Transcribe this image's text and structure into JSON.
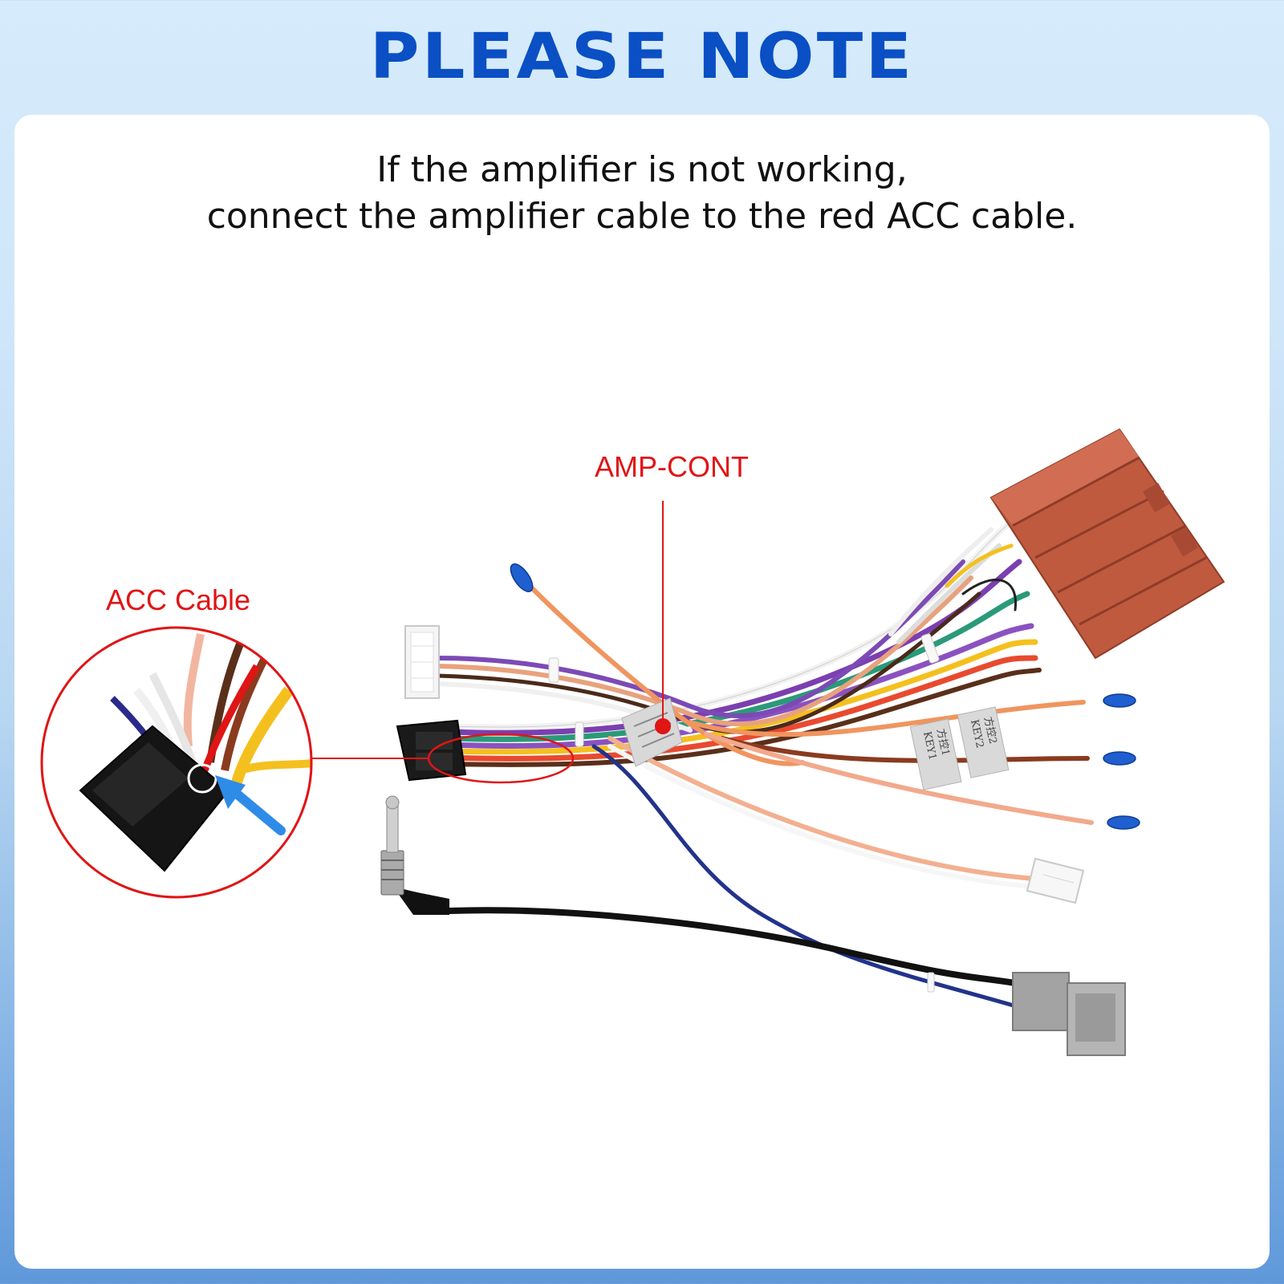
{
  "header": {
    "title": "PLEASE NOTE"
  },
  "note": {
    "line1": "If the amplifier is not working,",
    "line2": "connect the amplifier cable to the red ACC cable."
  },
  "labels": {
    "acc_cable": "ACC Cable",
    "amp_cont": "AMP-CONT",
    "key1": "KEY1",
    "key1_cn": "方控1",
    "key2": "KEY2",
    "key2_cn": "方控2"
  },
  "colors": {
    "title": "#0a4fc4",
    "callout": "#e01515",
    "connector_brown": "#bf5a3f",
    "connector_gray": "#9c9c9c",
    "arrow": "#2f8be8"
  }
}
